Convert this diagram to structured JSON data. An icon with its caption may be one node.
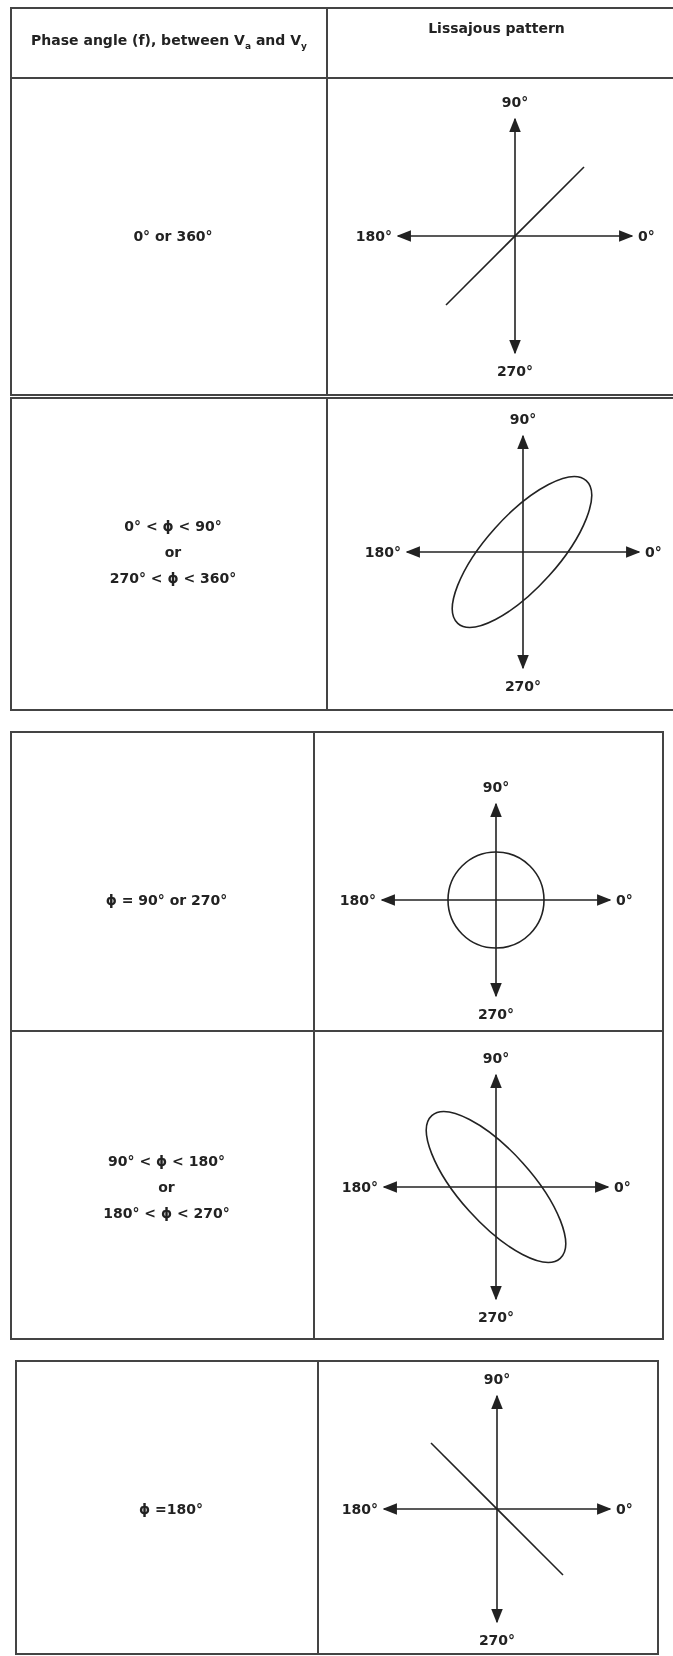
{
  "diagram": {
    "labels": [
      "Phase angle (f), between V$_{a}$ and V$_{y}$",
      "Lissajous pattern",
      "0° or 360°",
      "90°",
      "180°",
      "0°",
      "270°",
      "0° < ϕ < 90°",
      "or",
      "270° < ϕ < 360°",
      "90°",
      "180°",
      "0°",
      "270°",
      "ϕ = 90° or 270°",
      "90°",
      "180°",
      "0°",
      "270°",
      "90° < ϕ < 180°",
      "or",
      "180° < ϕ < 270°",
      "90°",
      "180°",
      "0°",
      "270°",
      "ϕ =180°",
      "90°",
      "180°",
      "0°",
      "270°"
    ]
  }
}
